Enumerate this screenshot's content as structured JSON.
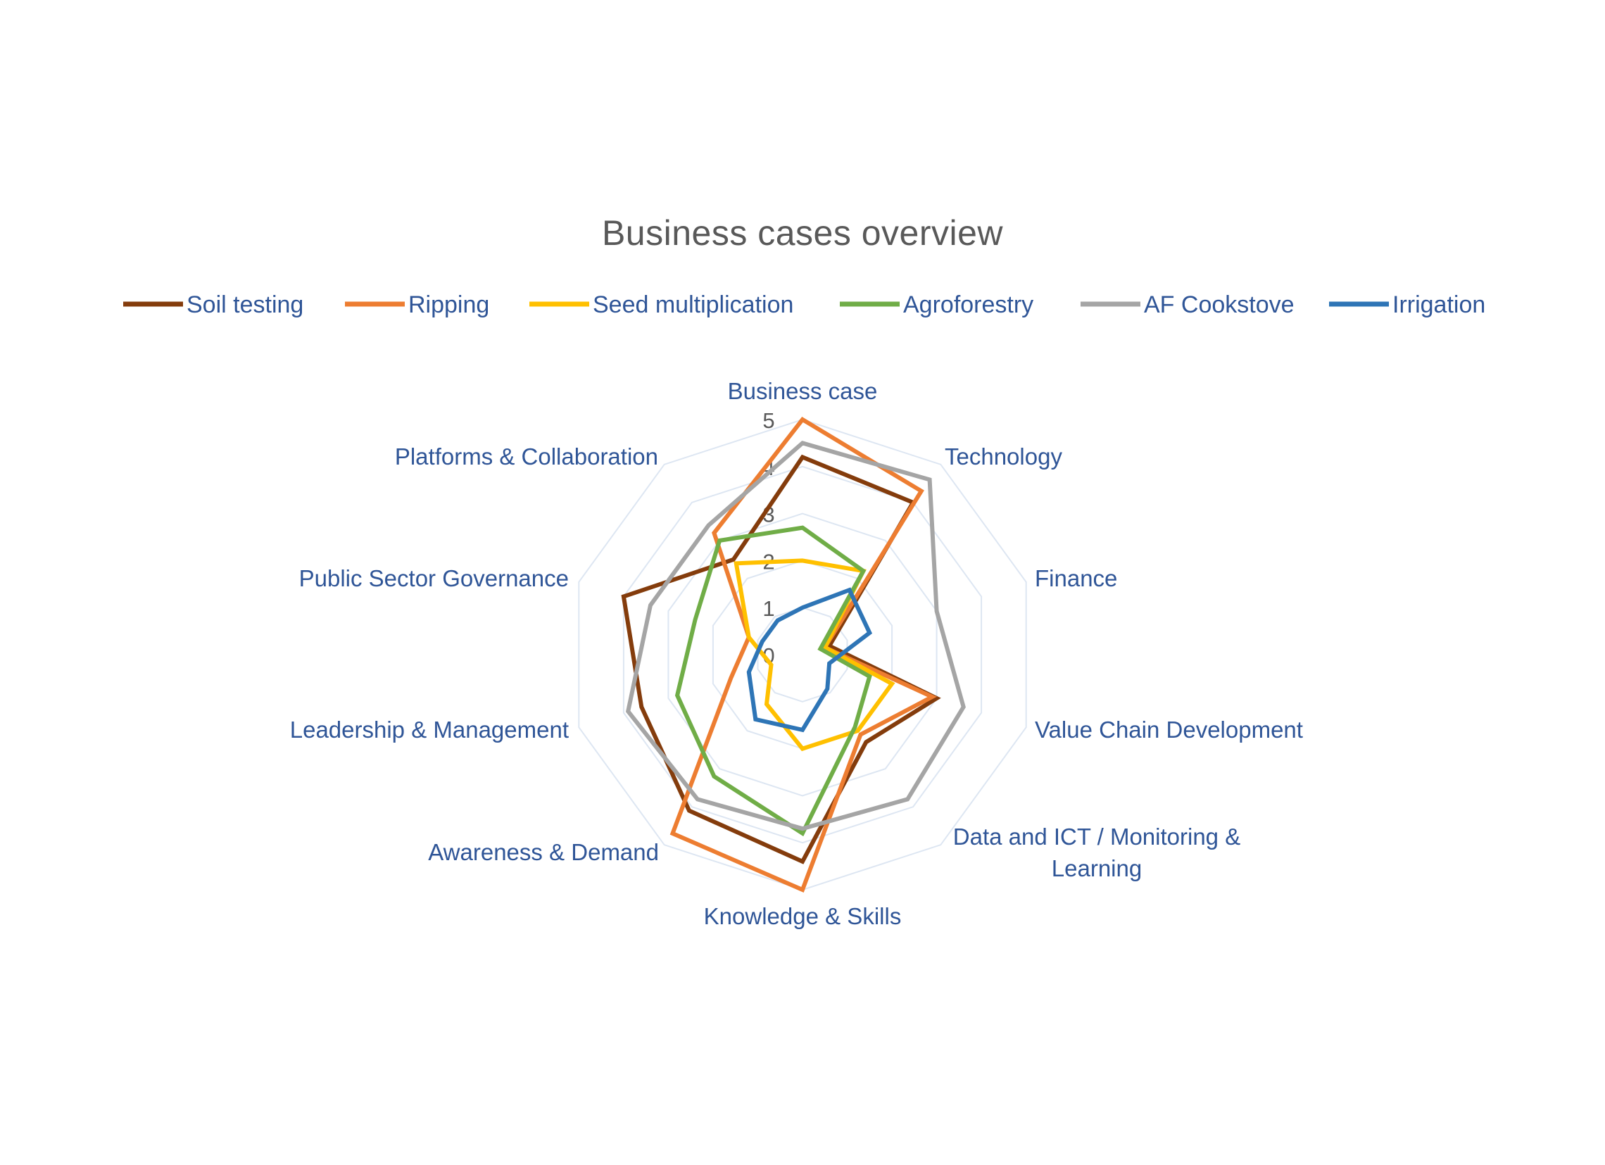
{
  "chart_data": {
    "type": "radar",
    "title": "Business cases overview",
    "legend_position": "top",
    "rlim": [
      0,
      5
    ],
    "ticks": [
      "0",
      "1",
      "2",
      "3",
      "4",
      "5"
    ],
    "grid": true,
    "categories": [
      "Business case",
      "Technology",
      "Finance",
      "Value Chain Development",
      "Data and ICT / Monitoring & Learning",
      "Knowledge & Skills",
      "Awareness & Demand",
      "Leadership & Management",
      "Public Sector Governance",
      "Platforms & Collaboration"
    ],
    "series": [
      {
        "name": "Soil testing",
        "color": "#843c0c",
        "values": [
          4.2,
          4.0,
          0.6,
          3.0,
          2.3,
          4.4,
          4.1,
          3.6,
          4.0,
          2.5
        ]
      },
      {
        "name": "Ripping",
        "color": "#ed7d31",
        "values": [
          5.0,
          4.3,
          0.5,
          2.9,
          2.1,
          5.0,
          4.7,
          1.6,
          1.2,
          3.2
        ]
      },
      {
        "name": "Seed multiplication",
        "color": "#ffc000",
        "values": [
          2.0,
          2.2,
          0.5,
          2.0,
          2.0,
          2.0,
          1.3,
          0.7,
          1.2,
          2.4
        ]
      },
      {
        "name": "Agroforestry",
        "color": "#70ad47",
        "values": [
          2.7,
          2.2,
          0.4,
          1.5,
          1.9,
          3.8,
          3.2,
          2.8,
          2.4,
          3.0
        ]
      },
      {
        "name": "AF Cookstove",
        "color": "#a5a5a5",
        "values": [
          4.5,
          4.6,
          3.0,
          3.6,
          3.8,
          3.7,
          3.8,
          3.9,
          3.4,
          3.4
        ]
      },
      {
        "name": "Irrigation",
        "color": "#2e75b6",
        "values": [
          1.0,
          1.7,
          1.5,
          0.6,
          0.9,
          1.6,
          1.7,
          1.2,
          0.9,
          0.9
        ]
      }
    ]
  }
}
